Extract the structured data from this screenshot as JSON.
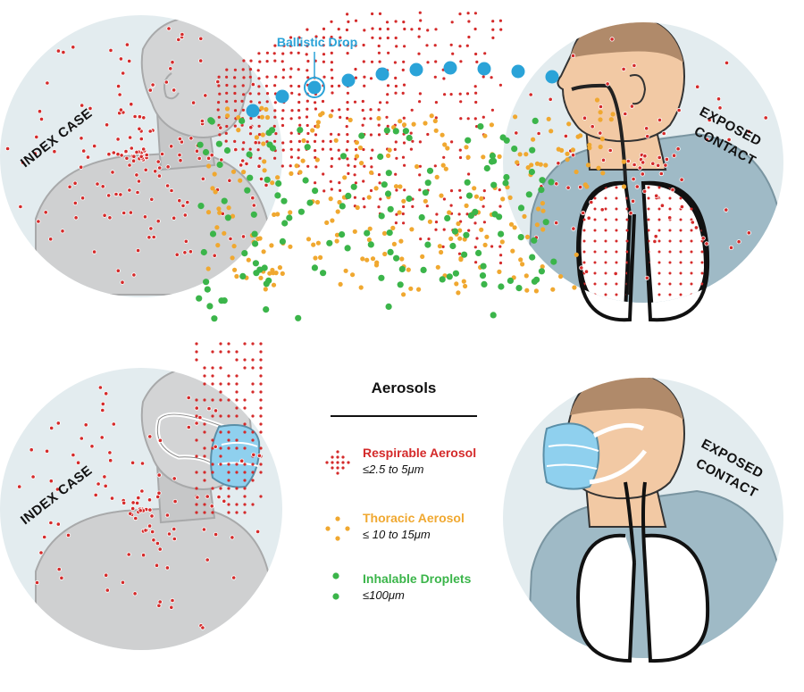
{
  "labels": {
    "index_case": "INDEX CASE",
    "exposed_line1": "EXPOSED",
    "exposed_line2": "CONTACT",
    "ballistic_drop": "Ballistic Drop"
  },
  "legend": {
    "title": "Aerosols",
    "items": [
      {
        "name": "Respirable Aerosol",
        "size": "≤2.5 to 5μm",
        "color": "#d42a2a"
      },
      {
        "name": "Thoracic Aerosol",
        "size": "≤ 10 to 15μm",
        "color": "#f0a830"
      },
      {
        "name": "Inhalable Droplets",
        "size": "≤100μm",
        "color": "#3bb54a"
      }
    ]
  },
  "colors": {
    "respirable": "#d42a2a",
    "thoracic": "#f0a830",
    "inhalable": "#3bb54a",
    "ballistic": "#2aa3d8",
    "circle_bg": "#e3ecef",
    "figure_gray": "#cfd0d1",
    "shirt": "#9fbac6",
    "skin": "#f2c9a4",
    "mask": "#8fd0ee"
  }
}
